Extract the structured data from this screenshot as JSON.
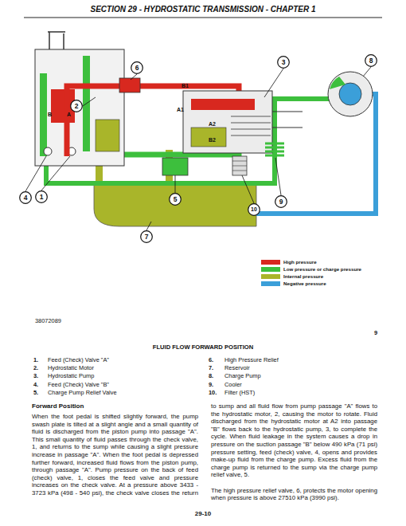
{
  "diagram": {
    "title": "SECTION 29 - HYDROSTATIC TRANSMISSION - CHAPTER 1",
    "caption": "FLUID FLOW FORWARD POSITION",
    "nodes": [
      {
        "text": [
          "6"
        ]
      },
      {
        "text": [
          "3"
        ]
      },
      {
        "text": [
          "8"
        ]
      },
      {
        "text": [
          "2"
        ]
      },
      {
        "text": [
          "4"
        ]
      },
      {
        "text": [
          "1"
        ]
      },
      {
        "text": [
          "5"
        ]
      },
      {
        "text": [
          "9"
        ]
      },
      {
        "text": [
          "10"
        ]
      },
      {
        "text": [
          "7"
        ]
      }
    ],
    "labels": [
      "B1",
      "A1",
      "B",
      "A",
      "A2",
      "B2",
      "38072089",
      "9",
      "1.",
      "Feed (Check) Valve \"A\"",
      "2.",
      "Hydrostatic Motor",
      "3.",
      "Hydrostatic Pump",
      "4.",
      "Feed (Check) Valve \"B\"",
      "5.",
      "Charge Pump Relief Valve",
      "6.",
      "High Pressure Relief",
      "7.",
      "Reservoir",
      "8.",
      "Charge Pump",
      "9.",
      "Cooler",
      "10.",
      "Filter (HST)",
      "Forward Position",
      "When the foot pedal is shifted slightly forward, the pump swash plate is tilted at a slight angle and a small quantity of fluid is discharged from the piston pump into passage \"A\". This small quantity of fluid passes through the check valve, 1, and returns to the sump while causing a slight pressure increase in passage \"A\". When the foot pedal is depressed further forward, increased fluid flows from the piston pump, through passage \"A\". Pump pressure on the back of feed (check) valve, 1, closes the feed valve and pressure increases on the check valve. At a pressure above 3433 - 3723 kPa (498 - 540 psi), the check valve closes the return to sump and all fluid flow from pump passage \"A\" flows to the hydrostatic motor, 2, causing the motor to rotate. Fluid discharged from the hydrostatic motor at A2 into passage \"B\" flows back to the hydrostatic pump, 3, to complete the cycle. When fluid leakage in the system causes a drop in pressure on the suction passage \"B\" below 490 kPa (71 psi) pressure setting, feed (check) valve, 4, opens and provides make-up fluid from the charge pump. Excess fluid from the charge pump is returned to the sump via the charge pump relief valve, 5.",
      "The high pressure relief valve, 6, protects the motor opening when pressure is above 27510 kPa (3990 psi).",
      "29-10"
    ],
    "legend": [
      {
        "text": "High pressure",
        "color": "#d8281f"
      },
      {
        "text": "Low pressure or charge pressure",
        "color": "#3dbf3d"
      },
      {
        "text": "Internal pressure",
        "color": "#a9b52a"
      },
      {
        "text": "Negative pressure",
        "color": "#3b9fd9"
      }
    ]
  }
}
